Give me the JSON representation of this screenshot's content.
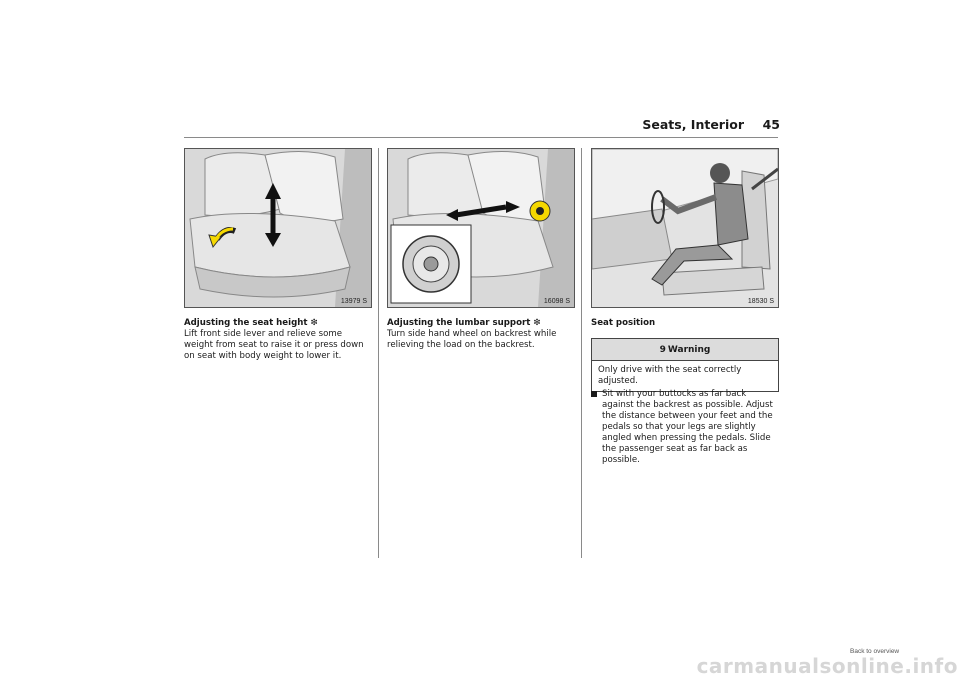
{
  "header": {
    "title": "Seats, Interior",
    "page_number": "45"
  },
  "figures": [
    {
      "code": "13979 S",
      "icon": "seat-height-lever-illustration"
    },
    {
      "code": "16098 S",
      "icon": "lumbar-support-wheel-illustration"
    },
    {
      "code": "18530 S",
      "icon": "driver-seat-position-illustration"
    }
  ],
  "columns": [
    {
      "heading": "Adjusting the seat height ❇",
      "body": "Lift front side lever and relieve some weight from seat to raise it or press down on seat with body weight to lower it."
    },
    {
      "heading": "Adjusting the lumbar support ❇",
      "body": "Turn side hand wheel on backrest while relieving the load on the backrest."
    },
    {
      "heading": "Seat position",
      "warning": {
        "icon": "9",
        "title": "Warning",
        "text": "Only drive with the seat correctly adjusted."
      },
      "bullets": [
        "Sit with your buttocks as far back against the backrest as possible. Adjust the distance between your feet and the pedals so that your legs are slightly angled when pressing the pedals. Slide the passenger seat as far back as possible."
      ]
    }
  ],
  "footer": {
    "back_link": "Back to overview",
    "watermark": "carmanualsonline.info"
  }
}
